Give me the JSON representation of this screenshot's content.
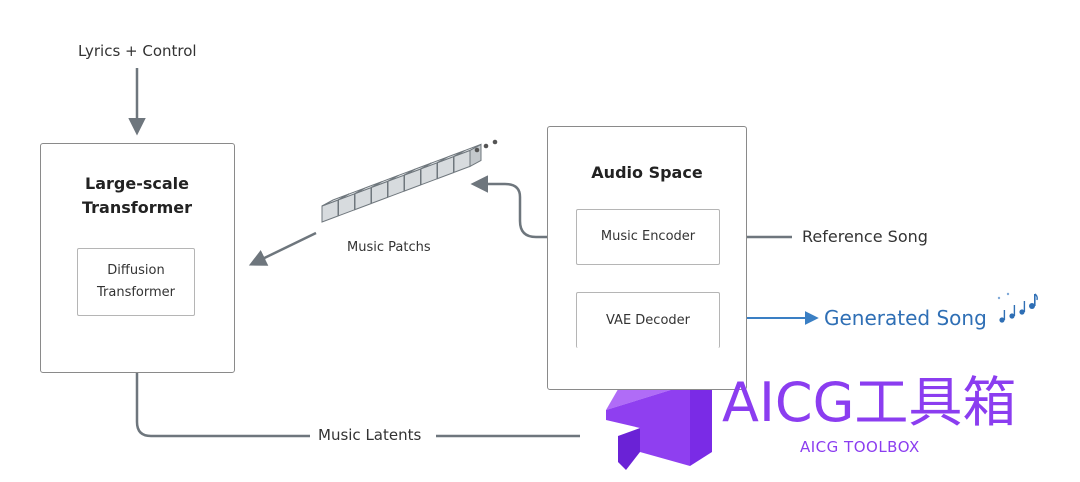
{
  "inputs": {
    "lyrics_control": "Lyrics + Control",
    "reference_song": "Reference Song"
  },
  "transformer": {
    "title_line1": "Large-scale",
    "title_line2": "Transformer",
    "inner_line1": "Diffusion",
    "inner_line2": "Transformer"
  },
  "patches": {
    "label": "Music Patchs"
  },
  "audio_space": {
    "title": "Audio Space",
    "encoder": "Music Encoder",
    "decoder": "VAE Decoder"
  },
  "outputs": {
    "generated_song": "Generated Song"
  },
  "latents": {
    "label": "Music Latents"
  },
  "logo": {
    "text": "AICG工具箱",
    "subtext": "AICG TOOLBOX"
  },
  "colors": {
    "arrow_gray": "#6e767d",
    "arrow_blue": "#3a7fc4",
    "generated_text": "#2f6fb5",
    "logo_purple": "#8b3df0"
  },
  "icons": [
    "music-notes-icon",
    "aicg-logo-icon"
  ]
}
